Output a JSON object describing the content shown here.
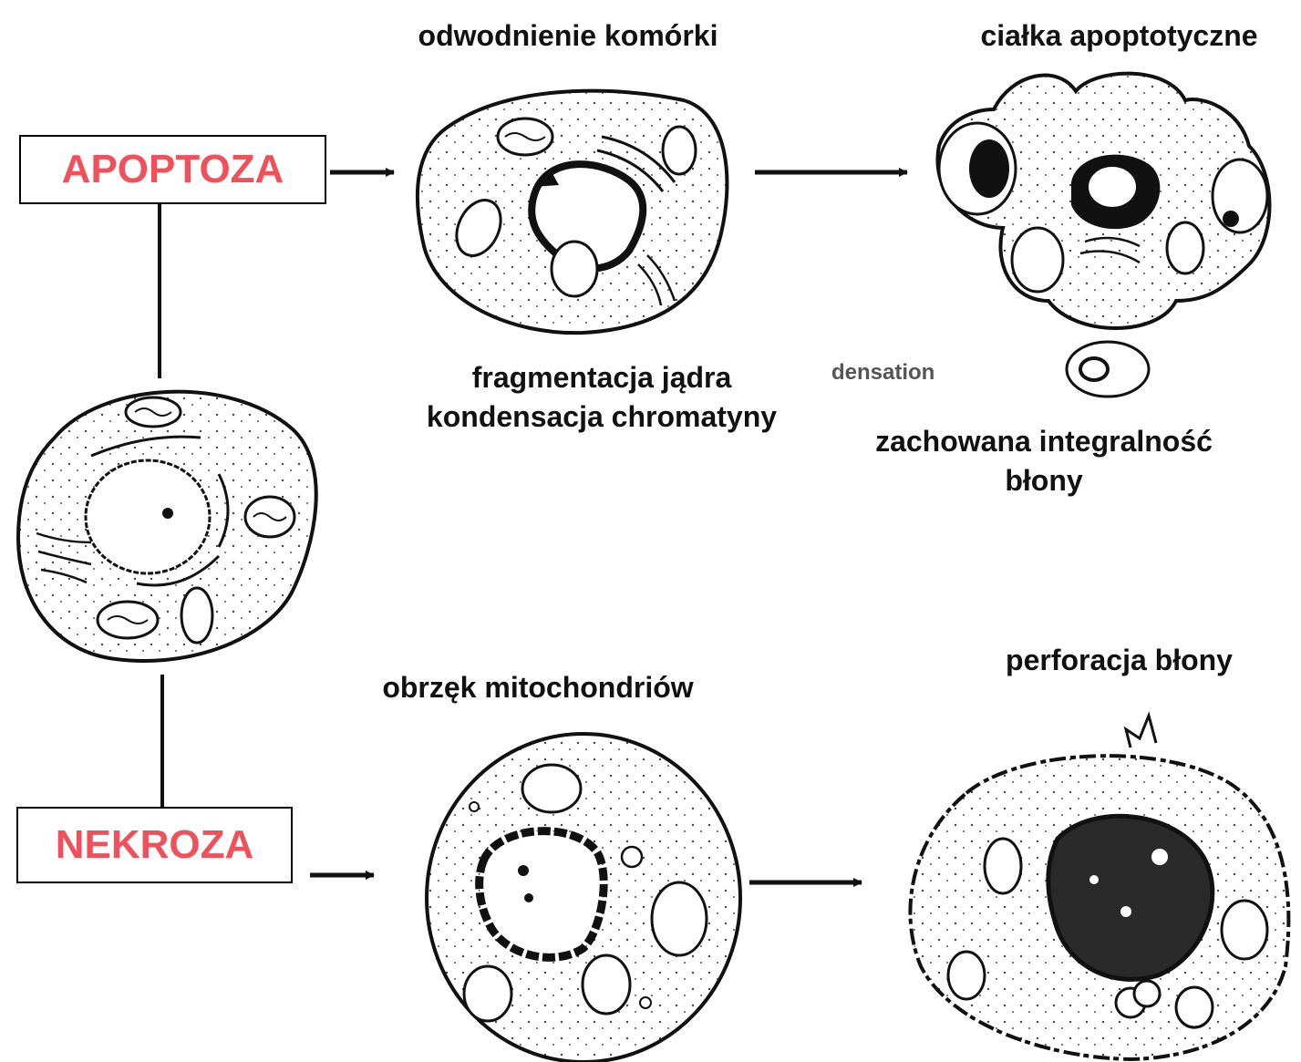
{
  "labels": {
    "apoptosis_box": "APOPTOZA",
    "necrosis_box": "NEKROZA",
    "cell_dehydration": "odwodnienie komórki",
    "apoptotic_bodies": "ciałka apoptotyczne",
    "nuclear_fragmentation_line1": "fragmentacja jądra",
    "nuclear_fragmentation_line2": "kondensacja chromatyny",
    "membrane_integrity_line1": "zachowana integralność",
    "membrane_integrity_line2": "błony",
    "mitochondrial_swelling": "obrzęk mitochondriów",
    "membrane_perforation": "perforacja błony",
    "ghost_condensation": "densation"
  },
  "colors": {
    "box_text": "#f0505a",
    "ink": "#111111",
    "cytoplasm": "#ffffff"
  },
  "icons": [
    "normal-cell-icon",
    "shrunken-cell-icon",
    "apoptotic-body-icon",
    "swollen-cell-icon",
    "lysed-cell-icon",
    "arrow-right-icon"
  ]
}
